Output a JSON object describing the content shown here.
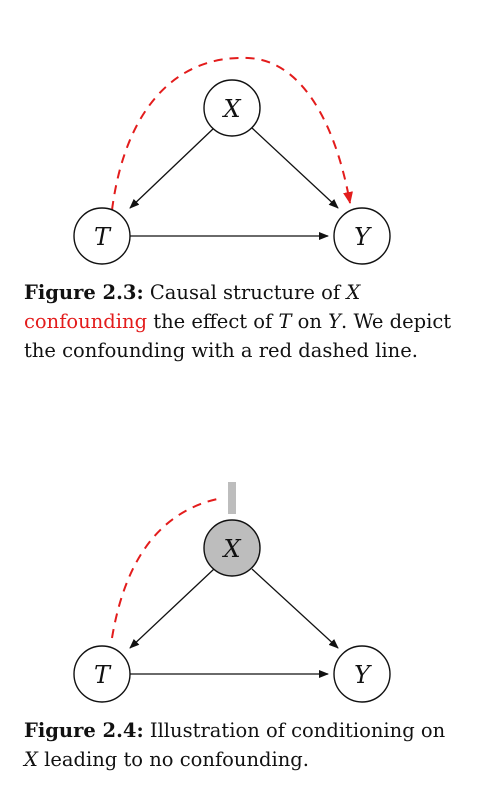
{
  "figures": [
    {
      "nodes": {
        "x": "X",
        "t": "T",
        "y": "Y"
      },
      "caption": {
        "label": "Figure 2.3:",
        "text_1": " Causal structure of ",
        "var_x": "X",
        "text_red": " confounding",
        "text_2": " the effect of ",
        "var_t": "T",
        "text_3": " on ",
        "var_y": "Y",
        "text_4": ". We depict the confounding with a red dashed line."
      }
    },
    {
      "nodes": {
        "x": "X",
        "t": "T",
        "y": "Y"
      },
      "caption": {
        "label": "Figure 2.4:",
        "text_1": " Illustration of conditioning on ",
        "var_x": "X",
        "text_2": " leading to no confounding."
      }
    }
  ],
  "colors": {
    "confounding": "#e31c1c",
    "conditioned_node": "#bdbdbd",
    "block_bar": "#bdbdbd"
  }
}
